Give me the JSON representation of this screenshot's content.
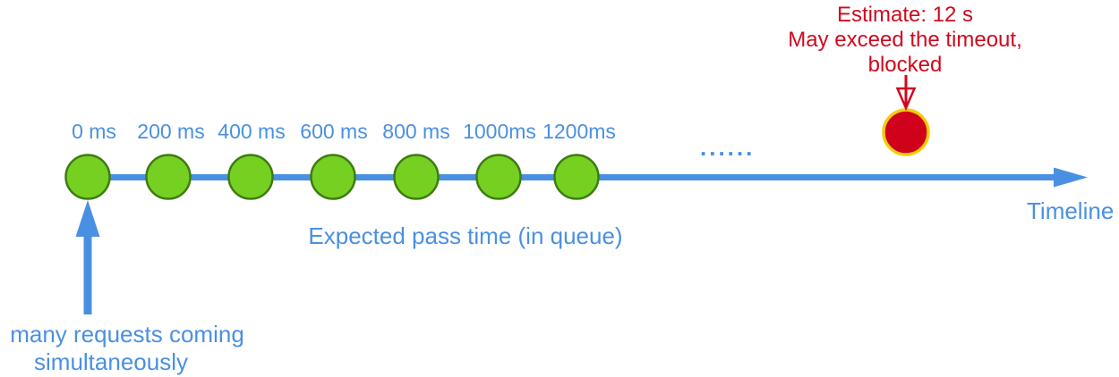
{
  "colors": {
    "blue": "#4a90e2",
    "green_fill": "#76d022",
    "green_border": "#3e7c12",
    "red_fill": "#d0021b",
    "red_ring": "#f3cd0c",
    "red_text": "#cf0a1e"
  },
  "timeline": {
    "markers": [
      {
        "label": "0 ms"
      },
      {
        "label": "200 ms"
      },
      {
        "label": "400 ms"
      },
      {
        "label": "600 ms"
      },
      {
        "label": "800 ms"
      },
      {
        "label": "1000ms"
      },
      {
        "label": "1200ms"
      }
    ],
    "ellipsis": "......",
    "axis_label": "Timeline",
    "caption": "Expected pass time (in queue)"
  },
  "incoming": {
    "line1": "many requests coming",
    "line2": "simultaneously"
  },
  "blocked": {
    "line1": "Estimate: 12 s",
    "line2": "May exceed the timeout,",
    "line3": "blocked"
  }
}
